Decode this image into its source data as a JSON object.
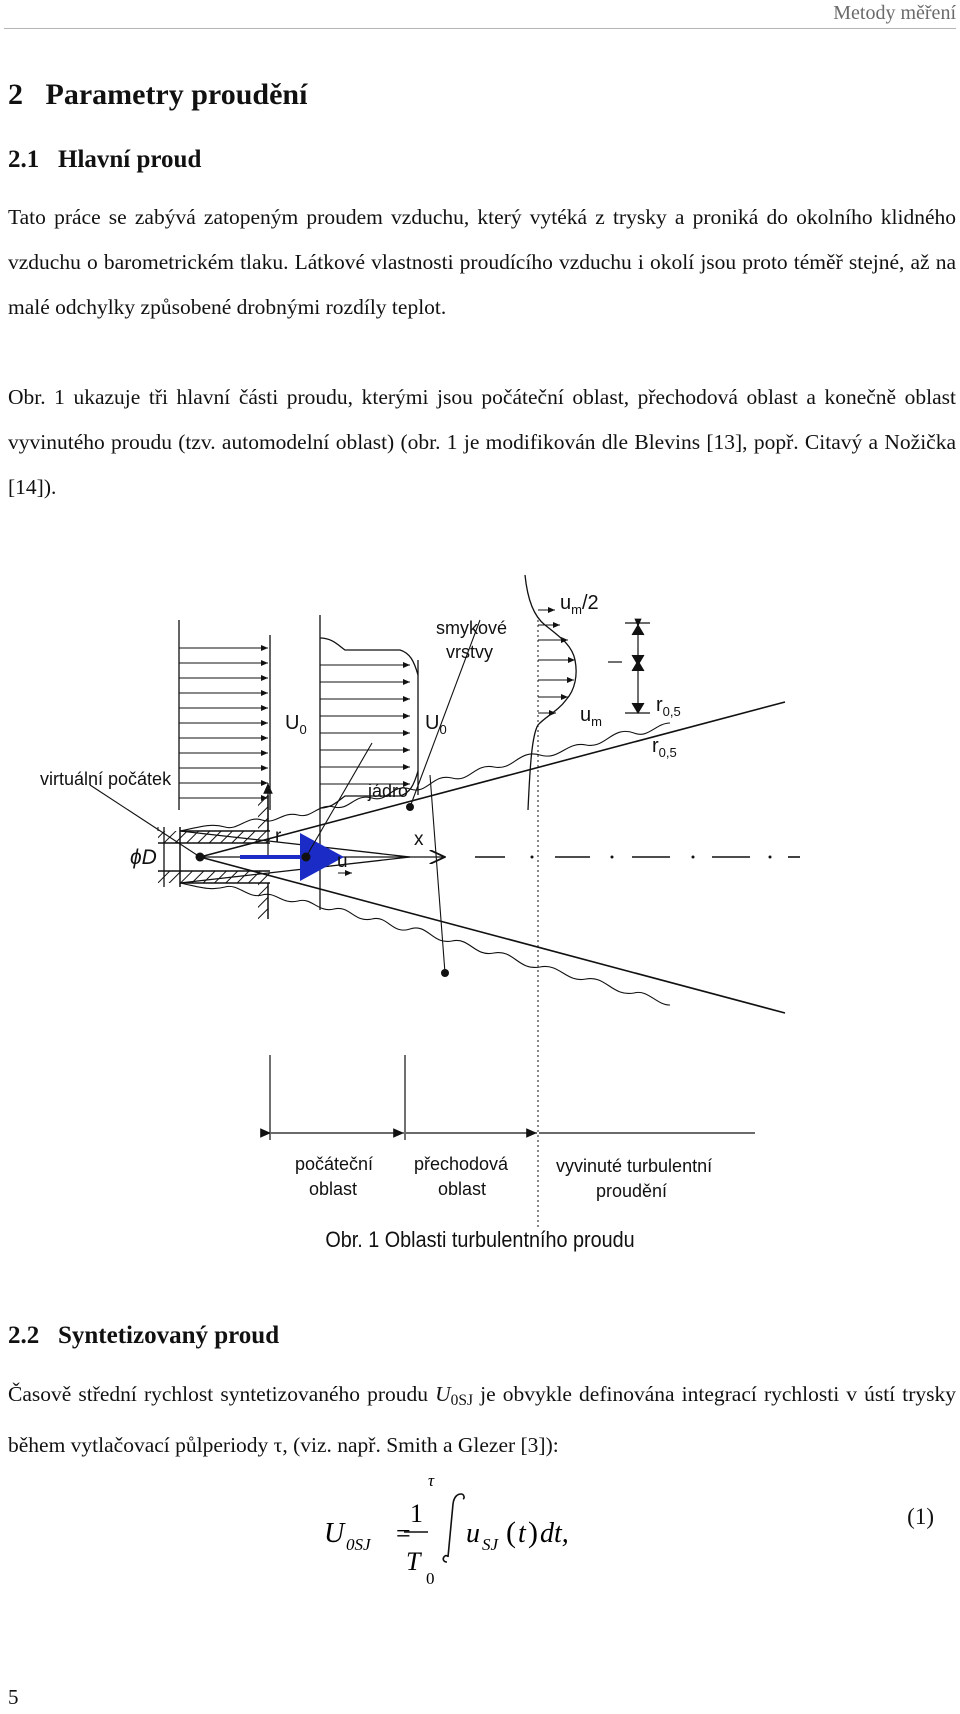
{
  "header": {
    "running_title": "Metody měření"
  },
  "section": {
    "number": "2",
    "title": "Parametry proudění"
  },
  "subsection_1": {
    "number": "2.1",
    "title": "Hlavní proud"
  },
  "paragraph_1": "Tato práce se zabývá zatopeným proudem vzduchu, který vytéká z trysky a proniká do okolního klidného vzduchu o barometrickém tlaku. Látkové vlastnosti proudícího vzduchu i okolí jsou proto téměř stejné, až na malé odchylky způsobené drobnými rozdíly teplot.",
  "paragraph_2": "Obr. 1 ukazuje tři hlavní části proudu, kterými jsou počáteční oblast, přechodová oblast a konečně oblast vyvinutého proudu (tzv. automodelní oblast) (obr. 1 je modifikován dle Blevins [13], popř. Citavý a Nožička [14]).",
  "figure": {
    "labels": {
      "virtual_origin": "virtuální počátek",
      "shear_layers_1": "smykové",
      "shear_layers_2": "vrstvy",
      "core": "jádro",
      "um_half_base": "u",
      "um_half_sub": "m",
      "um_half_tail": "/2",
      "um_base": "u",
      "um_sub": "m",
      "U0_base": "U",
      "U0_sub": "0",
      "r05_base": "r",
      "r05_sub": "0,5",
      "r_axis": "r",
      "x_axis": "x",
      "u_vector": "u",
      "diameter_symbol": "ϕD",
      "region_initial_1": "počáteční",
      "region_initial_2": "oblast",
      "region_transition_1": "přechodová",
      "region_transition_2": "oblast",
      "region_developed_1": "vyvinuté turbulentní",
      "region_developed_2": "proudění"
    },
    "caption": "Obr. 1  Oblasti turbulentního proudu"
  },
  "subsection_2": {
    "number": "2.2",
    "title": "Syntetizovaný proud"
  },
  "paragraph_3": {
    "before": "Časově střední rychlost syntetizovaného proudu ",
    "symbol": "U",
    "symbol_sub": "0SJ",
    "after": " je obvykle definována integrací rychlosti v ústí trysky během vytlačovací půlperiody τ, (viz. např. Smith a Glezer [3]):"
  },
  "equation": {
    "lhs": "U",
    "lhs_sub": "0SJ",
    "equals": "=",
    "frac_num": "1",
    "frac_den": "T",
    "upper_limit": "τ",
    "lower_limit": "0",
    "integrand": "u",
    "integrand_sub": "SJ",
    "arg_open": "(",
    "arg": "t",
    "arg_close": ")",
    "differential": "dt,",
    "number": "(1)"
  },
  "page_number": "5"
}
